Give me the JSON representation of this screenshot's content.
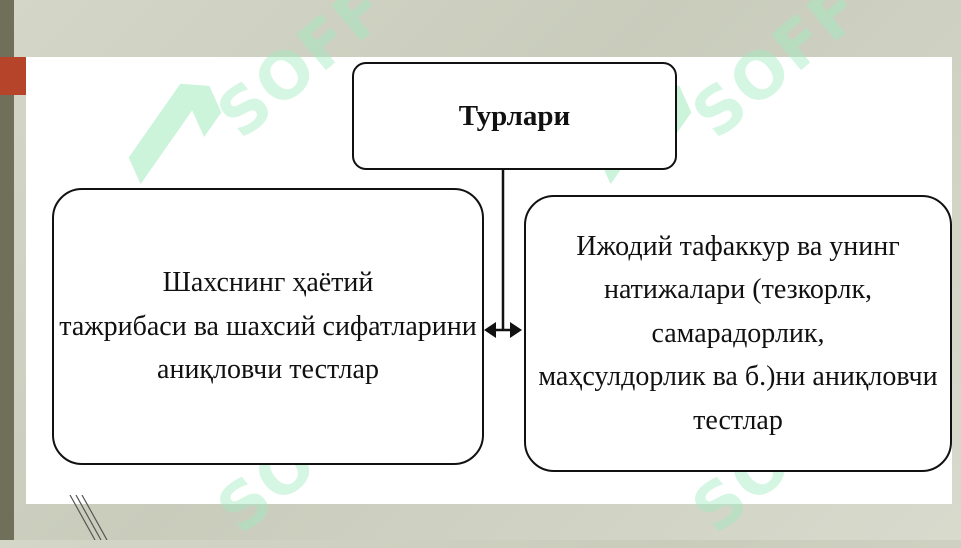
{
  "diagram": {
    "top_box": {
      "label": "Турлари"
    },
    "left_box": {
      "lines": [
        "Шахснинг ҳаётий",
        "тажрибаси ва шахсий сифатларини",
        "аниқловчи тестлар"
      ]
    },
    "right_box": {
      "lines": [
        "Ижодий тафаккур ва унинг",
        "натижалари (тезкорлк, самарадорлик,",
        "маҳсулдорлик ва б.)ни аниқловчи",
        "тестлар"
      ]
    }
  },
  "watermark": {
    "text": "SOFF"
  },
  "colors": {
    "background": "#d4d6c8",
    "accent": "#b5442a",
    "sidebar": "#6f6f5a",
    "watermark": "#a0ebbe"
  }
}
